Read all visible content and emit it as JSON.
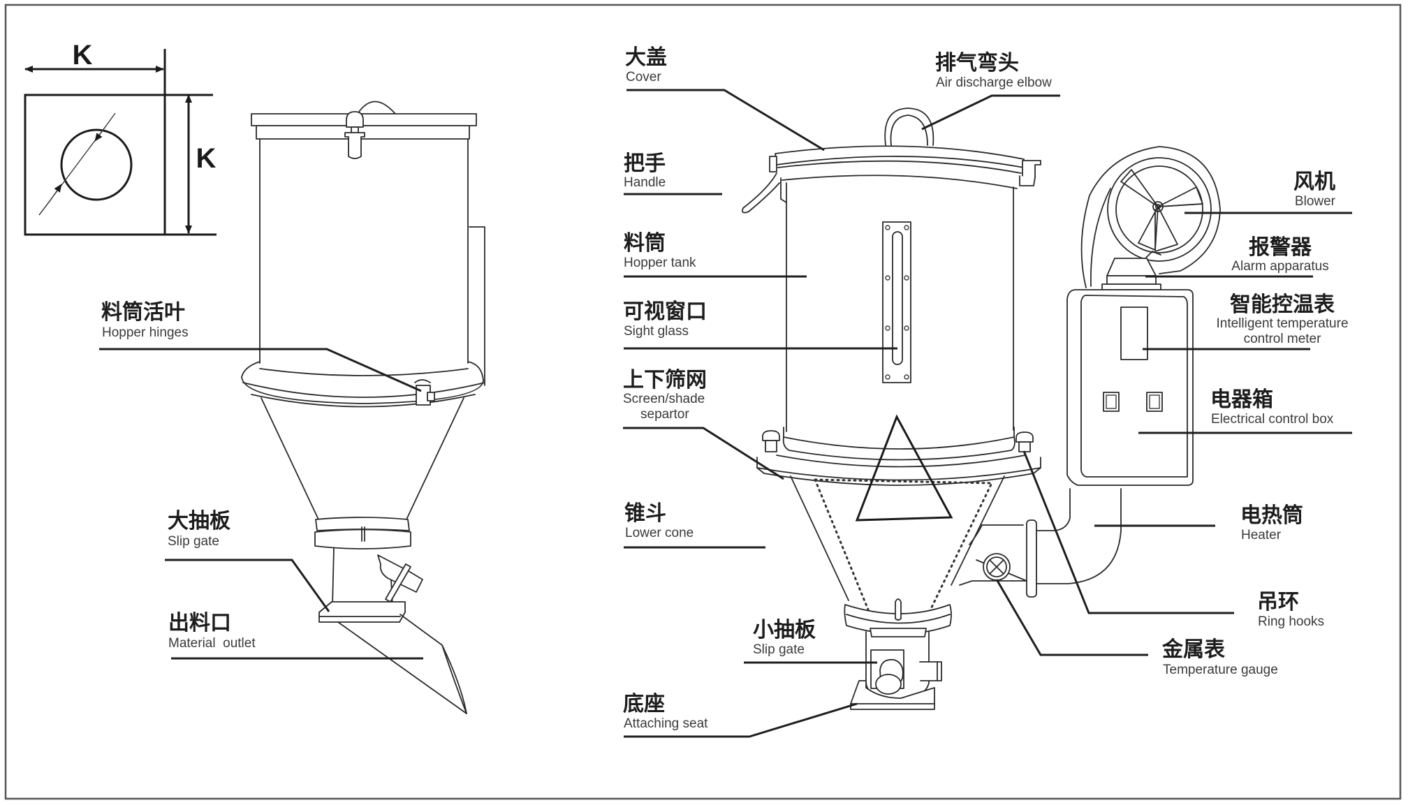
{
  "dimension": {
    "width_label": "K",
    "height_label": "K"
  },
  "left_labels": {
    "hopper_hinges": {
      "cn": "料筒活叶",
      "en": "Hopper hinges"
    },
    "big_slip_gate": {
      "cn": "大抽板",
      "en": "Slip gate"
    },
    "material_outlet": {
      "cn": "出料口",
      "en": "Material  outlet"
    }
  },
  "right_labels": {
    "cover": {
      "cn": "大盖",
      "en": "Cover"
    },
    "air_discharge": {
      "cn": "排气弯头",
      "en": "Air discharge elbow"
    },
    "handle": {
      "cn": "把手",
      "en": "Handle"
    },
    "hopper_tank": {
      "cn": "料筒",
      "en": "Hopper tank"
    },
    "sight_glass": {
      "cn": "可视窗口",
      "en": "Sight glass"
    },
    "screen": {
      "cn": "上下筛网",
      "en_line1": "Screen/shade",
      "en_line2": "separtor"
    },
    "lower_cone": {
      "cn": "锥斗",
      "en": "Lower cone"
    },
    "small_slip_gate": {
      "cn": "小抽板",
      "en": "Slip gate"
    },
    "attaching_seat": {
      "cn": "底座",
      "en": "Attaching seat"
    },
    "blower": {
      "cn": "风机",
      "en": "Blower"
    },
    "alarm": {
      "cn": "报警器",
      "en": "Alarm apparatus"
    },
    "temp_meter": {
      "cn": "智能控温表",
      "en_line1": "Intelligent temperature",
      "en_line2": "control meter"
    },
    "control_box": {
      "cn": "电器箱",
      "en": "Electrical control box"
    },
    "heater": {
      "cn": "电热筒",
      "en": "Heater"
    },
    "ring_hooks": {
      "cn": "吊环",
      "en": "Ring hooks"
    },
    "temp_gauge": {
      "cn": "金属表",
      "en": "Temperature gauge"
    }
  },
  "icons": [
    "diameter-symbol",
    "triangle-warning-mark",
    "blower-fan",
    "gauge-cross"
  ]
}
